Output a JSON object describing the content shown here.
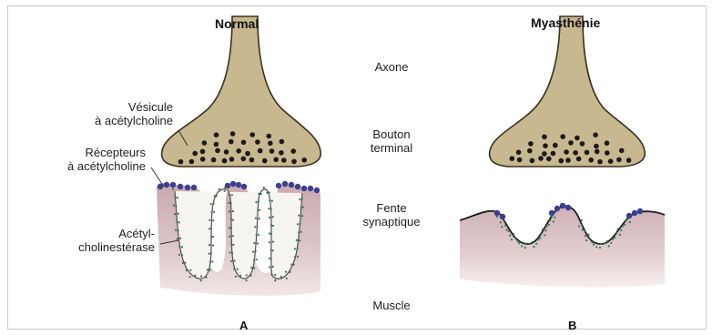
{
  "titles": {
    "normal": "Normal",
    "disease": "Myasthénie"
  },
  "labels": {
    "axone": "Axone",
    "bouton_line1": "Bouton",
    "bouton_line2": "terminal",
    "fente_line1": "Fente",
    "fente_line2": "synaptique",
    "muscle": "Muscle",
    "vesicule_line1": "Vésicule",
    "vesicule_line2": "à acétylcholine",
    "recepteurs_line1": "Récepteurs",
    "recepteurs_line2": "à acétylcholine",
    "acetyl_line1": "Acétyl-",
    "acetyl_line2": "cholinestérase"
  },
  "panels": {
    "left": "A",
    "right": "B"
  },
  "colors": {
    "axon_fill": "#c8b88f",
    "axon_stroke": "#3a3222",
    "vesicle": "#1a1a1a",
    "muscle_fill": "#dcc3c3",
    "receptor": "#3b3f8f",
    "esterase_dot": "#2f7a52"
  }
}
